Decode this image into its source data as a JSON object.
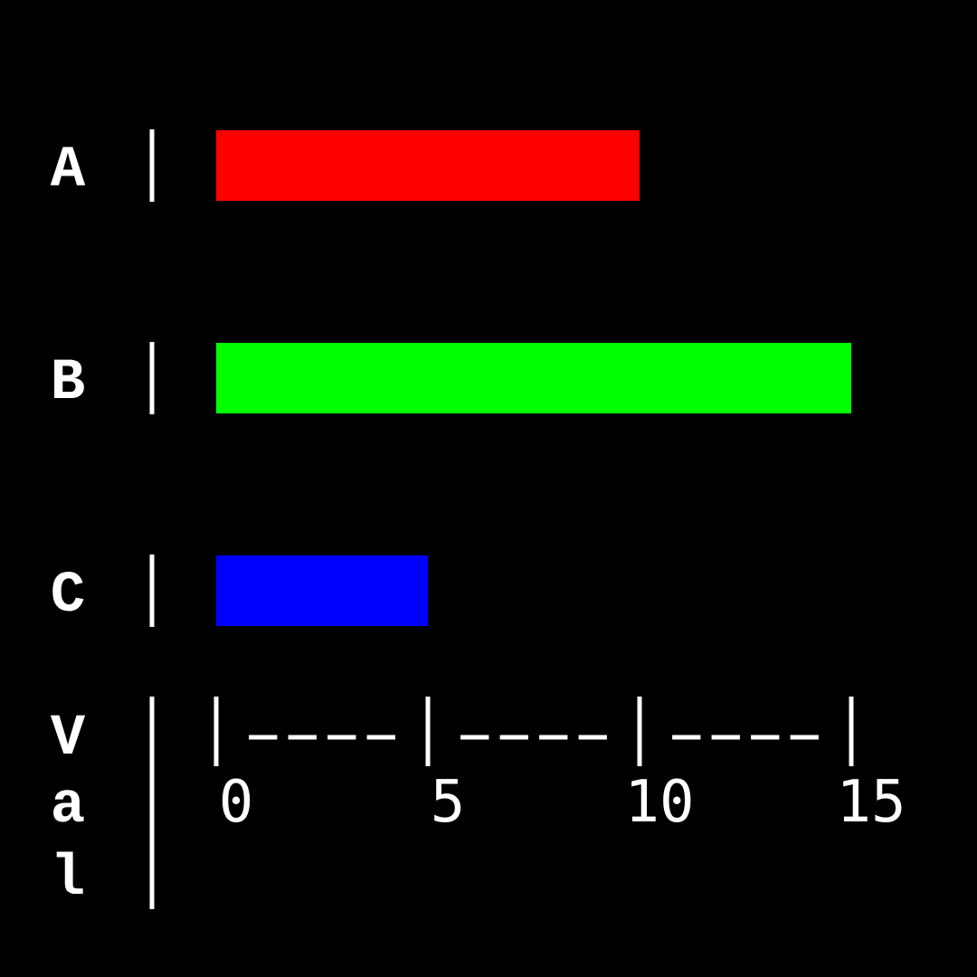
{
  "chart_data": {
    "type": "bar",
    "orientation": "horizontal",
    "categories": [
      "A",
      "B",
      "C"
    ],
    "values": [
      10,
      15,
      5
    ],
    "colors": [
      "#ff0000",
      "#00ff00",
      "#0000ff"
    ],
    "ylabel": "Val",
    "xticks": [
      0,
      5,
      10,
      15
    ],
    "xlim": [
      0,
      15
    ],
    "axis_ruler": "|----|----|----|",
    "grid": false,
    "background": "#000000",
    "foreground": "#ffffff"
  }
}
